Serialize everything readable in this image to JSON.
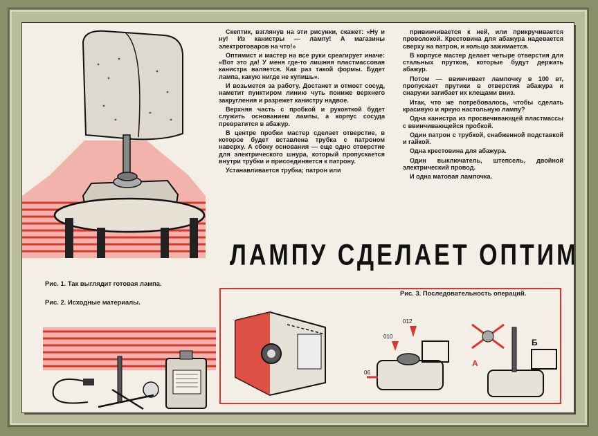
{
  "article": {
    "title": "ЛАМПУ СДЕЛАЕТ ОПТИМИСТ",
    "col1": [
      "Скептик, взглянув на эти рисунки, скажет: «Ну и ну! Из канистры — лампу! А магазины электротоваров на что!»",
      "Оптимист и мастер на все руки среагирует иначе: «Вот это да! У меня где-то лишняя пластмассовая канистра валяется. Как раз такой формы. Будет лампа, какую нигде не купишь».",
      "И возьмется за работу. Достанет и отмоет сосуд, наметит пунктиром линию чуть пониже верхнего закругления и разрежет канистру надвое.",
      "Верхняя часть с пробкой и рукояткой будет служить основанием лампы, а корпус сосуда превратится в абажур.",
      "В центре пробки мастер сделает отверстие, в которое будет вставлена трубка с патроном наверху. А сбоку основания — еще одно отверстие для электрического шнура, который пропускается внутри трубки и присоединяется к патрону.",
      "Устанавливается трубка; патрон или"
    ],
    "col2": [
      "привинчивается к ней, или прикручивается проволокой. Крестовина для абажура надевается сверху на патрон, и кольцо зажимается.",
      "В корпусе мастер делает четыре отверстия для стальных прутков, которые будут держать абажур.",
      "Потом — ввинчивает лампочку в 100 вт, пропускает прутики в отверстия абажура и снаружи загибает их клещами вниз.",
      "Итак, что же потребовалось, чтобы сделать красивую и яркую настольную лампу?",
      "Одна канистра из просвечивающей пластмассы с ввинчивающейся пробкой.",
      "Один патрон с трубкой, снабженной подставкой и гайкой.",
      "Одна крестовина для абажура.",
      "Один выключатель, штепсель, двойной электрический провод.",
      "И одна матовая лампочка."
    ]
  },
  "captions": {
    "fig1": "Рис. 1. Так выглядит готовая лампа.",
    "fig2": "Рис. 2. Исходные материалы.",
    "fig3": "Рис. 3. Последовательность операций."
  },
  "labels": {
    "fig3_a": "А",
    "fig3_b": "Б",
    "fig3_arrow1": "010",
    "fig3_arrow2": "012",
    "fig3_side": "06"
  },
  "colors": {
    "accent_red": "#d9362c",
    "ink": "#1b1b1b",
    "paper": "#f3efe6"
  }
}
